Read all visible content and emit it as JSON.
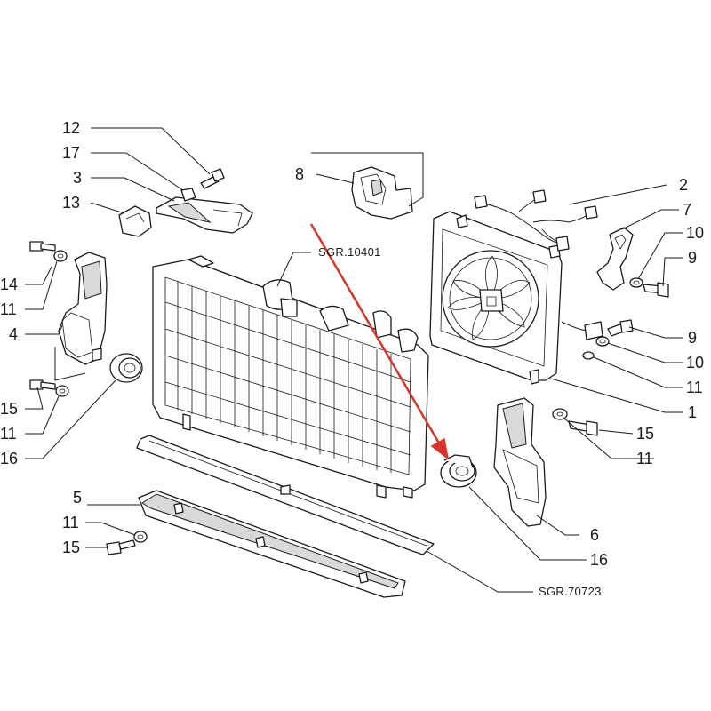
{
  "callouts": {
    "c12": "12",
    "c17": "17",
    "c3": "3",
    "c13": "13",
    "c8": "8",
    "c2": "2",
    "c7": "7",
    "c10a": "10",
    "c9a": "9",
    "c14": "14",
    "c11a": "11",
    "c4": "4",
    "c15a": "15",
    "c11b": "11",
    "c16a": "16",
    "c9b": "9",
    "c10b": "10",
    "c11c": "11",
    "c1": "1",
    "c15b": "15",
    "c11d": "11",
    "c5": "5",
    "c11e": "11",
    "c15c": "15",
    "c6": "6",
    "c16b": "16"
  },
  "references": {
    "radiator_group": "SGR.10401",
    "crossmember_group": "SGR.70723"
  },
  "highlight": {
    "arrow_color": "#d9342b",
    "target_part": "16"
  },
  "colors": {
    "line": "#1a1a1a",
    "background": "#ffffff"
  }
}
